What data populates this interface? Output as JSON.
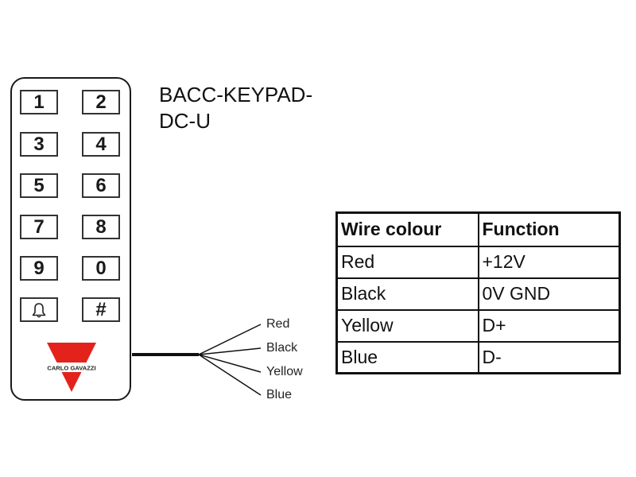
{
  "title": {
    "line1": "BACC-KEYPAD-",
    "line2": "DC-U"
  },
  "keypad": {
    "keys": [
      {
        "label": "1",
        "name": "key-1"
      },
      {
        "label": "2",
        "name": "key-2"
      },
      {
        "label": "3",
        "name": "key-3"
      },
      {
        "label": "4",
        "name": "key-4"
      },
      {
        "label": "5",
        "name": "key-5"
      },
      {
        "label": "6",
        "name": "key-6"
      },
      {
        "label": "7",
        "name": "key-7"
      },
      {
        "label": "8",
        "name": "key-8"
      },
      {
        "label": "9",
        "name": "key-9"
      },
      {
        "label": "0",
        "name": "key-0"
      },
      {
        "label": "",
        "name": "key-bell",
        "icon": "bell-icon"
      },
      {
        "label": "#",
        "name": "key-hash"
      }
    ],
    "logo": {
      "brand": "CARLO GAVAZZI",
      "color": "#e3221b"
    }
  },
  "wires": {
    "labels": [
      "Red",
      "Black",
      "Yellow",
      "Blue"
    ]
  },
  "table": {
    "headers": [
      "Wire colour",
      "Function"
    ],
    "rows": [
      [
        "Red",
        "+12V"
      ],
      [
        "Black",
        "0V GND"
      ],
      [
        "Yellow",
        "D+"
      ],
      [
        "Blue",
        "D-"
      ]
    ]
  }
}
